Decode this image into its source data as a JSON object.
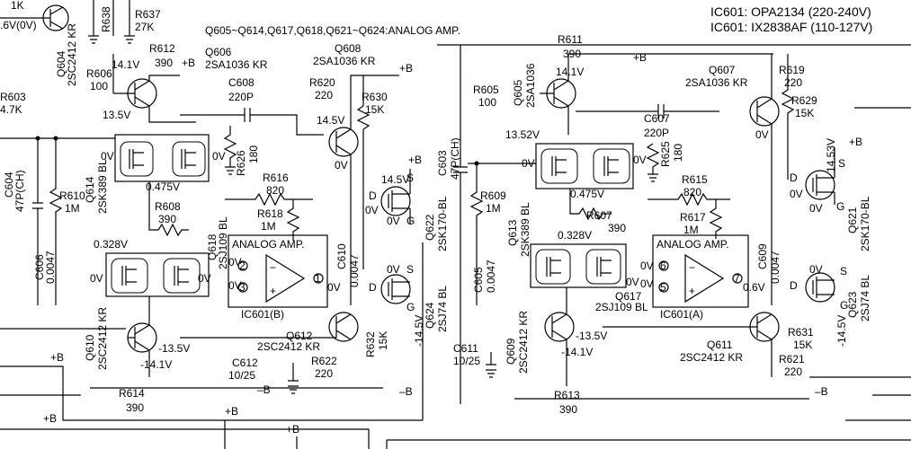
{
  "header": {
    "ic_line1": "IC601: OPA2134 (220-240V)",
    "ic_line2": "IC601: IX2838AF (110-127V)",
    "note": "Q605~Q614,Q617,Q618,Q621~Q624:ANALOG AMP."
  },
  "left": {
    "q604_v": "1K",
    "q604_v2": ".6V(0V)",
    "q604": "Q604",
    "q604_part": "2SC2412 KR",
    "r603": "R603",
    "r603_v": "4.7K",
    "r638": "R638",
    "r637": "R637",
    "r637_v": "27K",
    "r612": "R612",
    "r612_v": "390",
    "r606": "R606",
    "r606_v": "100",
    "v141": "14.1V",
    "v135": "13.5V",
    "q606": "Q606",
    "q606_part": "2SA1036 KR",
    "q608": "Q608",
    "q608_part": "2SA1036 KR",
    "c608": "C608",
    "c608_v": "220P",
    "r620": "R620",
    "r620_v": "220",
    "r630": "R630",
    "r630_v": "15K",
    "v145a": "14.5V",
    "v0a": "0V",
    "r626": "R626",
    "r626_v": "180",
    "q614": "Q614",
    "q614_part": "2SK389 BL",
    "v0b": "0V",
    "v0475": "0.475V",
    "c604": "C604",
    "c604_v": "47P(CH)",
    "r610": "R610",
    "r610_v": "1M",
    "r616": "R616",
    "r616_v": "820",
    "r618": "R618",
    "r618_v": "1M",
    "r608": "R608",
    "r608_v": "390",
    "q618": "Q618",
    "q618_part": "2SJ109 BL",
    "v0328": "0.328V",
    "c606": "C606",
    "c606_v": "0.0047",
    "analog_amp": "ANALOG AMP.",
    "ic601b": "IC601(B)",
    "c610": "C610",
    "c610_v": "0.0047",
    "q622": "Q622",
    "q622_part": "2SK170-BL",
    "v145b": "14.5V",
    "q624": "Q624",
    "q624_part": "2SJ74 BL",
    "vm145": "-14.5V",
    "q610": "Q610",
    "q610_part": "2SC2412 KR",
    "vm135": "-13.5V",
    "vm141": "-14.1V",
    "q612": "Q612",
    "q612_part": "2SC2412 KR",
    "r632": "R632",
    "r632_v": "15K",
    "r622": "R622",
    "r622_v": "220",
    "c612": "C612",
    "c612_v": "10/25",
    "r614": "R614",
    "r614_v": "390"
  },
  "right": {
    "r611": "R611",
    "r611_v": "390",
    "r605": "R605",
    "r605_v": "100",
    "q605": "Q605",
    "q605_part": "2SA1036",
    "v141": "14.1V",
    "q607": "Q607",
    "q607_part": "2SA1036 KR",
    "r619": "R619",
    "r619_v": "220",
    "r629": "R629",
    "r629_v": "15K",
    "c603": "C603",
    "c603_v": "47P(CH)",
    "c607": "C607",
    "c607_v": "220P",
    "r625": "R625",
    "r625_v": "180",
    "v1352": "13.52V",
    "v1453": "14.53V",
    "q613": "Q613",
    "q613_part": "2SK389 BL",
    "v0475": "0.475V",
    "r609": "R609",
    "r609_v": "1M",
    "r607": "R607",
    "r607_v": "390",
    "r615": "R615",
    "r615_v": "820",
    "r617": "R617",
    "r617_v": "1M",
    "v0328": "0.328V",
    "analog_amp": "ANALOG AMP.",
    "c609": "C609",
    "c609_v": "0.0047",
    "c605": "C605",
    "c605_v": "0.0047",
    "q617": "Q617",
    "q617_part": "2SJ109 BL",
    "ic601a": "IC601(A)",
    "v06": "0.6V",
    "q621": "Q621",
    "q621_part": "2SK170-BL",
    "q623": "Q623",
    "q623_part": "2SJ74 BL",
    "q609": "Q609",
    "q609_part": "2SC2412 KR",
    "vm135": "-13.5V",
    "vm141": "-14.1V",
    "c611": "C611",
    "c611_v": "10/25",
    "q611": "Q611",
    "q611_part": "2SC2412 KR",
    "r631": "R631",
    "r631_v": "15K",
    "r621": "R621",
    "r621_v": "220",
    "vm145": "-14.5V",
    "r613": "R613",
    "r613_v": "390"
  },
  "rails": {
    "pos": "+B",
    "neg": "–B",
    "zero": "0V",
    "d": "D",
    "s": "S",
    "g": "G"
  }
}
